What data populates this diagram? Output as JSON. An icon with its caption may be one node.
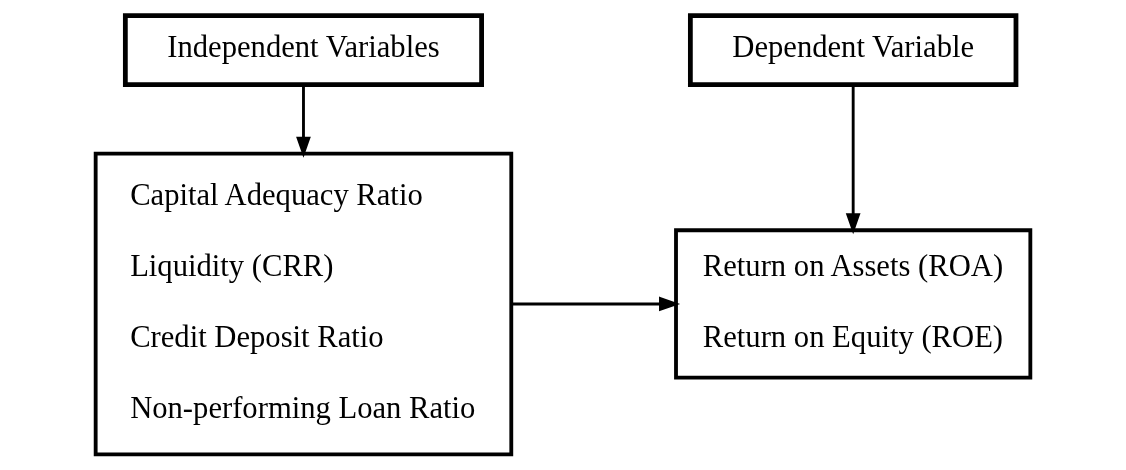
{
  "diagram": {
    "nodes": [
      {
        "text": [
          "Independent Variables"
        ]
      },
      {
        "text": [
          "Dependent Variable"
        ]
      },
      {
        "text": [
          "Capital Adequacy Ratio",
          "Liquidity (CRR)",
          "Credit Deposit Ratio",
          "Non-performing Loan Ratio"
        ]
      },
      {
        "text": [
          "Return on Assets (ROA)",
          "Return on Equity (ROE)"
        ]
      }
    ],
    "edges": [
      {
        "from": 0,
        "to": 2,
        "arrow": "to"
      },
      {
        "from": 1,
        "to": 3,
        "arrow": "to"
      },
      {
        "from": 2,
        "to": 3,
        "arrow": "to"
      }
    ]
  }
}
